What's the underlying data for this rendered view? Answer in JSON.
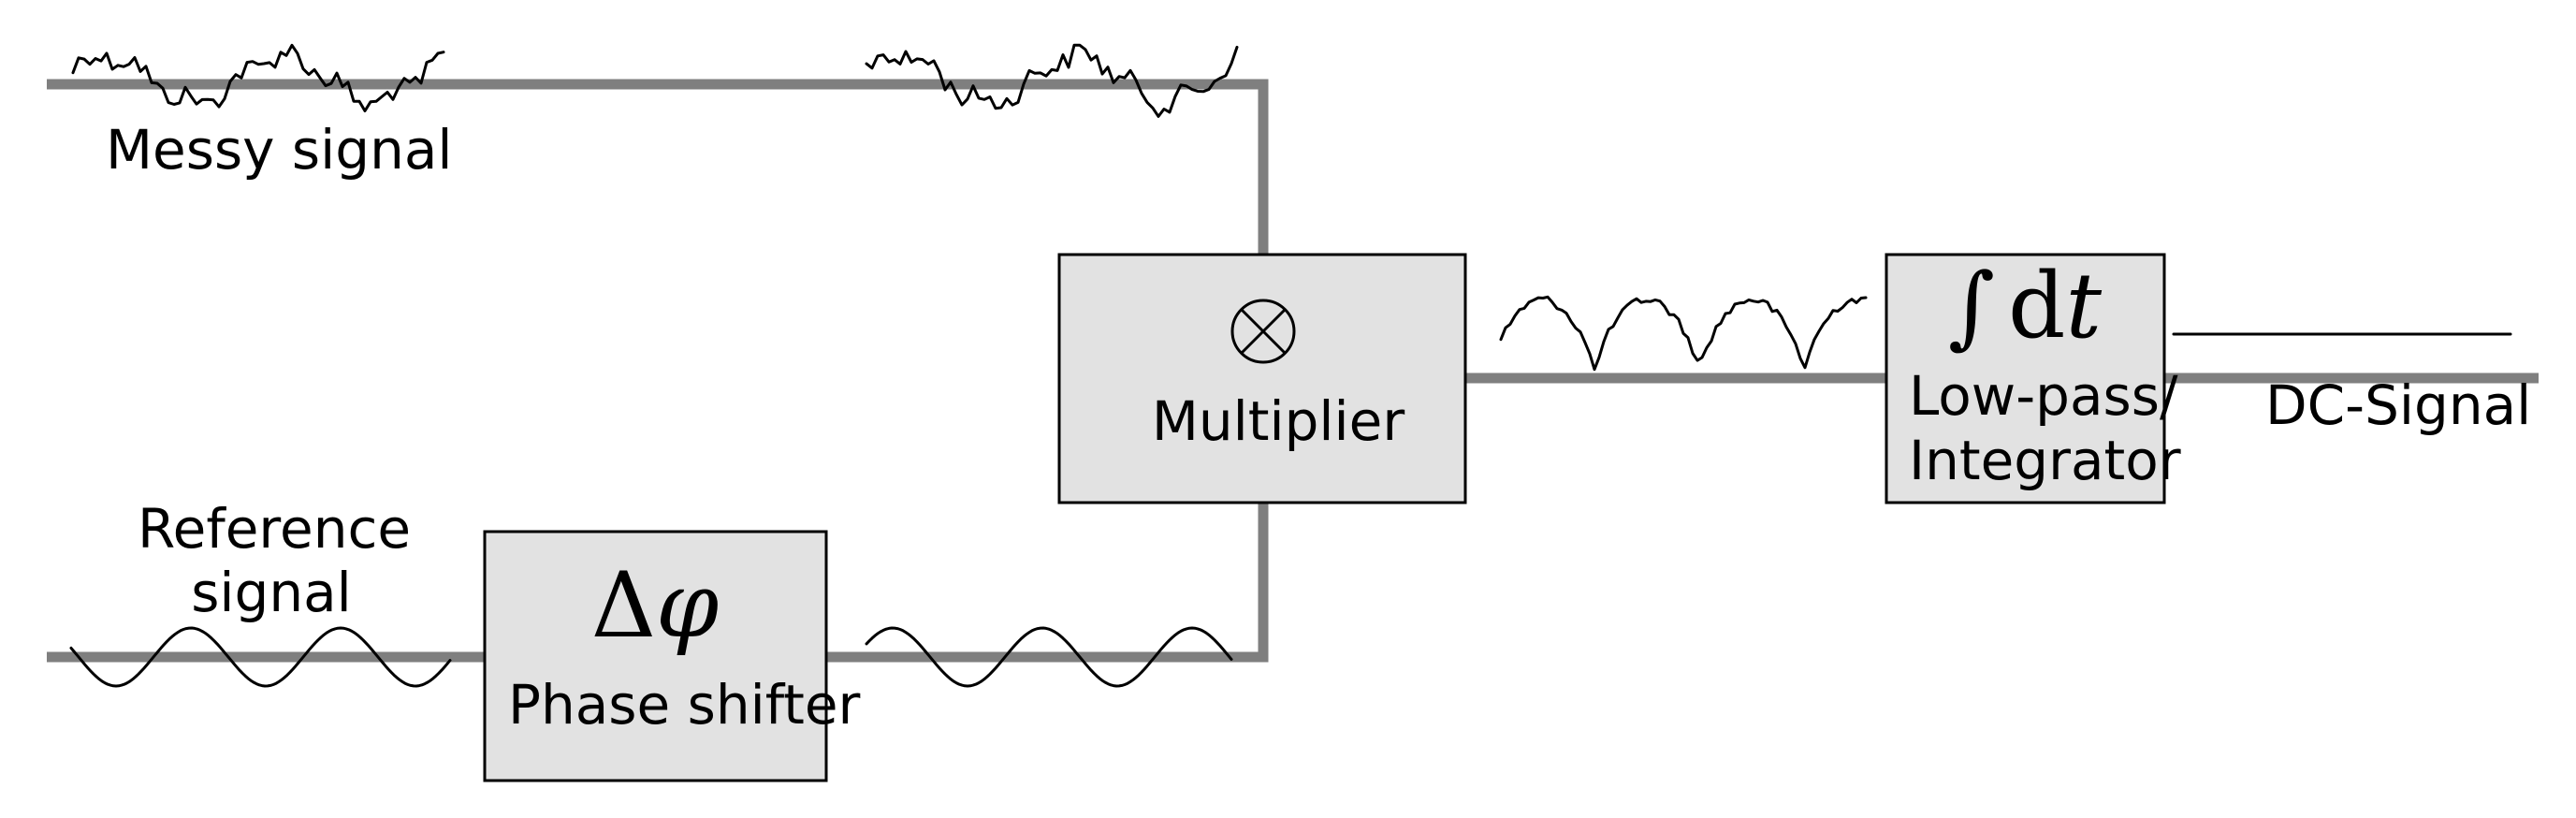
{
  "labels": {
    "messy_signal": "Messy signal",
    "reference_line1": "Reference",
    "reference_line2": "signal",
    "phase_shifter": "Phase shifter",
    "multiplier": "Multiplier",
    "lowpass_line1": "Low-pass/",
    "lowpass_line2": "Integrator",
    "dc_signal": "DC-Signal"
  },
  "symbols": {
    "phase_delta": "Δ",
    "phase_phi": "φ",
    "integral_sign": "∫",
    "integral_d": "d",
    "integral_t": "t",
    "multiply_icon": "circle-times-icon"
  }
}
